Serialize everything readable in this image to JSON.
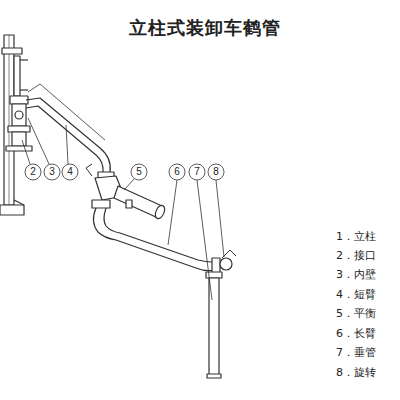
{
  "diagram": {
    "title": "立柱式装卸车鹤管",
    "labels": [
      "2",
      "3",
      "4",
      "5",
      "6",
      "7",
      "8",
      "1．立柱",
      "2．接口",
      "3．内壁",
      "4．短臂",
      "5．平衡",
      "6．长臂",
      "7．垂管",
      "8．旋转"
    ]
  }
}
